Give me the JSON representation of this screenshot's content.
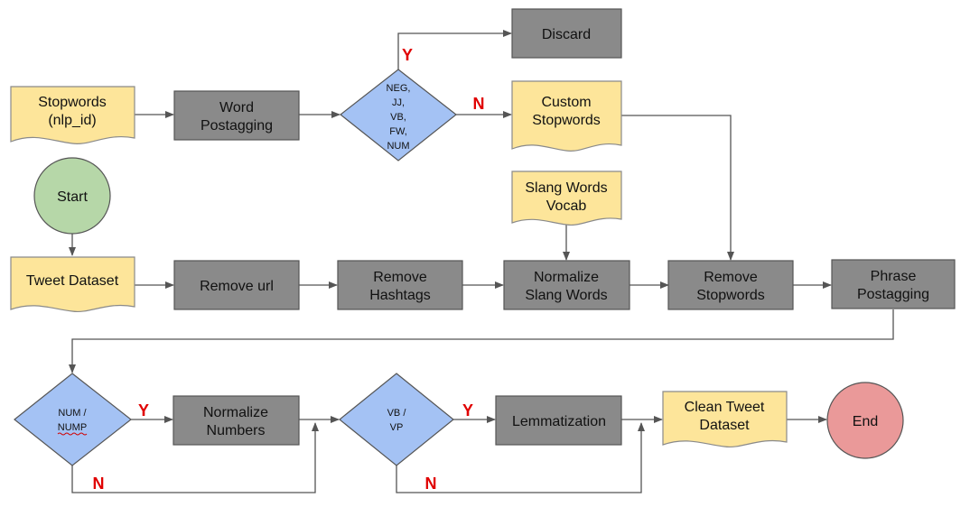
{
  "nodes": {
    "stopwords_nlp_id": {
      "lines": [
        "Stopwords",
        "(nlp_id)"
      ]
    },
    "word_postagging": {
      "lines": [
        "Word",
        "Postagging"
      ]
    },
    "decision_pos": {
      "lines": [
        "NEG,",
        "JJ,",
        "VB,",
        "FW,",
        "NUM"
      ]
    },
    "discard": {
      "lines": [
        "Discard"
      ]
    },
    "custom_stopwords": {
      "lines": [
        "Custom",
        "Stopwords"
      ]
    },
    "start": {
      "lines": [
        "Start"
      ]
    },
    "slang_vocab": {
      "lines": [
        "Slang Words",
        "Vocab"
      ]
    },
    "tweet_dataset": {
      "lines": [
        "Tweet Dataset"
      ]
    },
    "remove_url": {
      "lines": [
        "Remove url"
      ]
    },
    "remove_hashtags": {
      "lines": [
        "Remove",
        "Hashtags"
      ]
    },
    "normalize_slang": {
      "lines": [
        "Normalize",
        "Slang Words"
      ]
    },
    "remove_stopwords": {
      "lines": [
        "Remove",
        "Stopwords"
      ]
    },
    "phrase_postagging": {
      "lines": [
        "Phrase",
        "Postagging"
      ]
    },
    "decision_num": {
      "lines": [
        "NUM /",
        "NUMP"
      ]
    },
    "normalize_numbers": {
      "lines": [
        "Normalize",
        "Numbers"
      ]
    },
    "decision_vb": {
      "lines": [
        "VB /",
        "VP"
      ]
    },
    "lemmatization": {
      "lines": [
        "Lemmatization"
      ]
    },
    "clean_tweet": {
      "lines": [
        "Clean Tweet",
        "Dataset"
      ]
    },
    "end": {
      "lines": [
        "End"
      ]
    }
  },
  "edge_labels": {
    "pos_yes": "Y",
    "pos_no": "N",
    "num_yes": "Y",
    "num_no": "N",
    "vb_yes": "Y",
    "vb_no": "N"
  }
}
